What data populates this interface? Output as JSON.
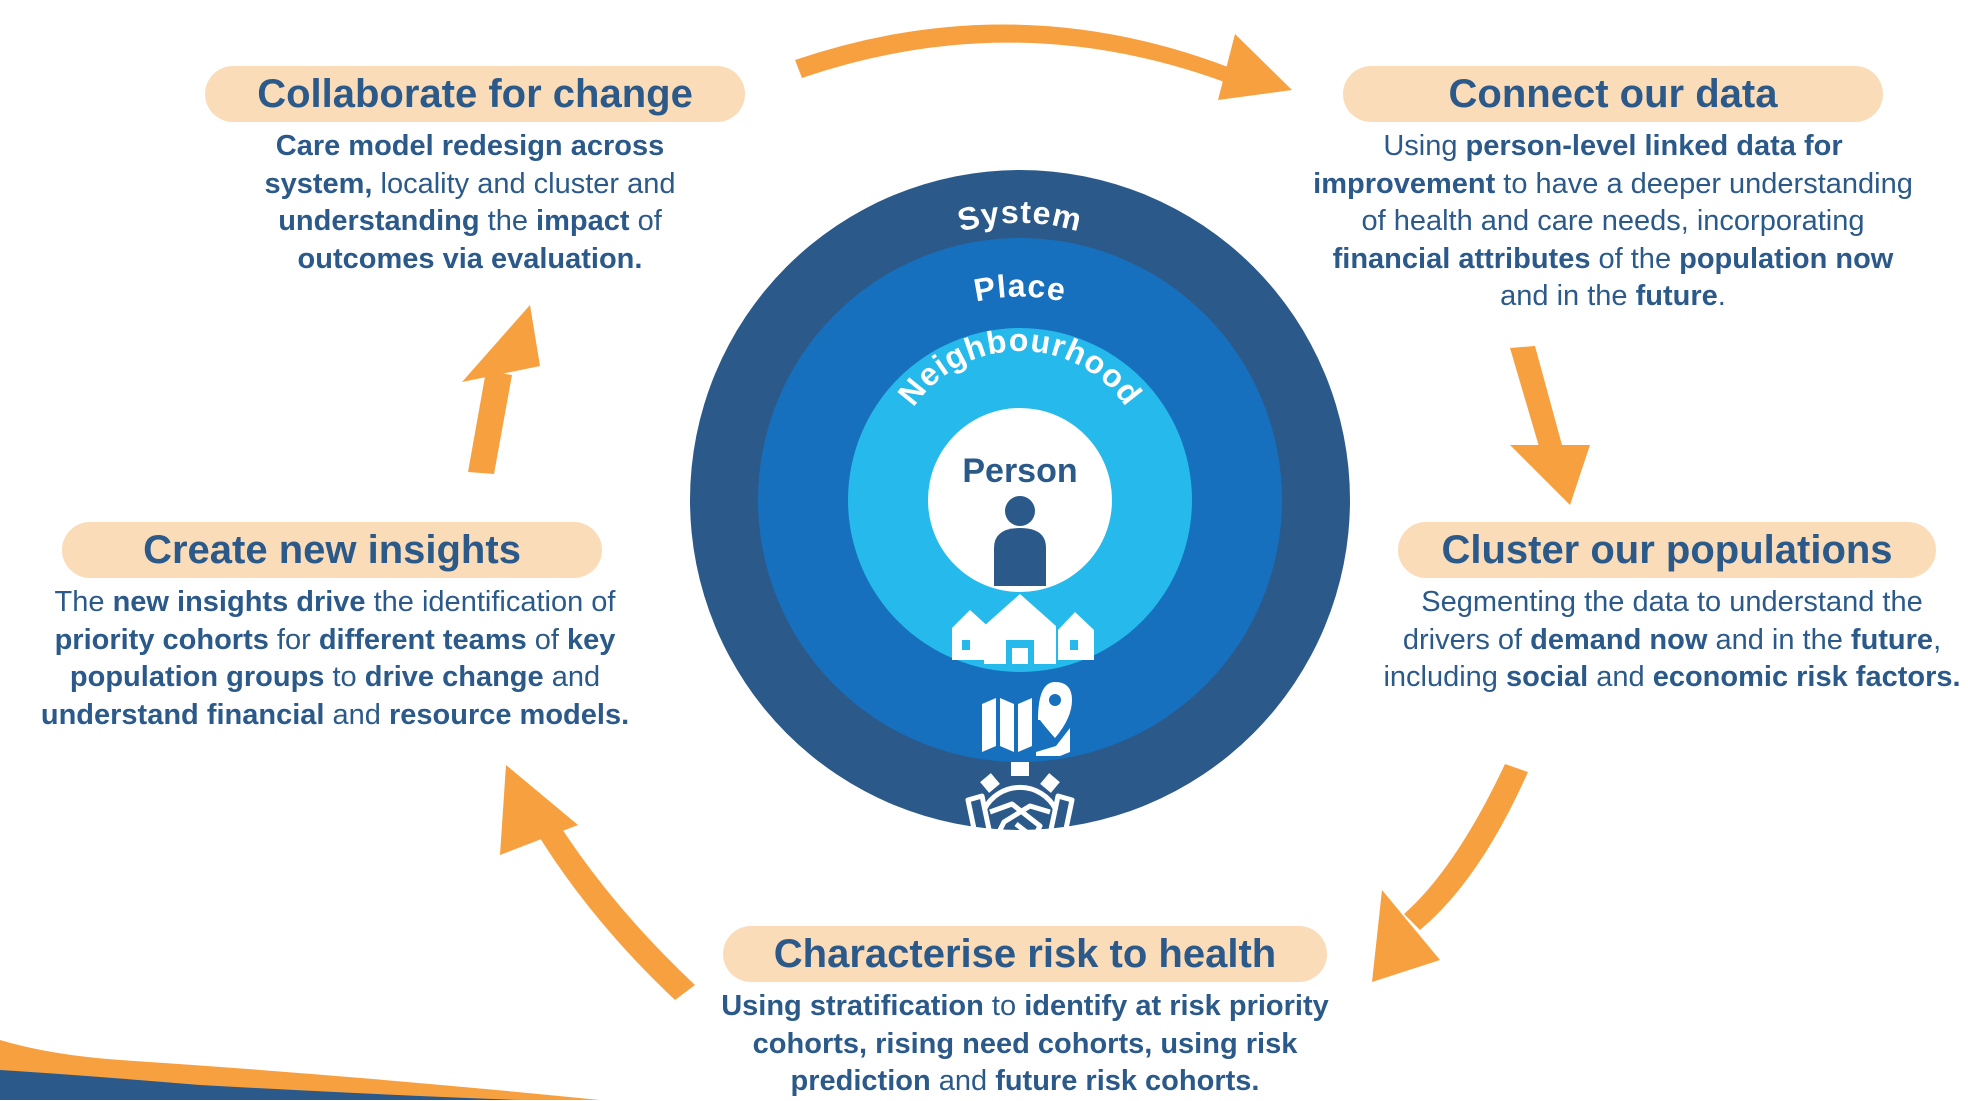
{
  "colors": {
    "orange_arrow": "#f7a040",
    "pill_bg": "#fbdcb8",
    "text_blue": "#2b5a8a",
    "ring_system": "#2b5a8a",
    "ring_place": "#1670bd",
    "ring_neighbourhood": "#26b9ec",
    "ring_person": "#ffffff"
  },
  "rings": {
    "system": "System",
    "place": "Place",
    "neighbourhood": "Neighbourhood",
    "person": "Person"
  },
  "icons": [
    "person-icon",
    "houses-icon",
    "map-pin-icon",
    "gear-handshake-icon"
  ],
  "steps": [
    {
      "id": "collaborate",
      "title": "Collaborate for change",
      "text": [
        {
          "t": "Care model redesign across system,",
          "b": true
        },
        {
          "t": " locality and cluster and ",
          "b": false
        },
        {
          "t": "understanding",
          "b": true
        },
        {
          "t": " the ",
          "b": false
        },
        {
          "t": "impact",
          "b": true
        },
        {
          "t": " of ",
          "b": false
        },
        {
          "t": "outcomes via evaluation.",
          "b": true
        }
      ]
    },
    {
      "id": "connect",
      "title": "Connect our data",
      "text": [
        {
          "t": "Using ",
          "b": false
        },
        {
          "t": "person-level linked data for improvement",
          "b": true
        },
        {
          "t": " to have a deeper understanding of health and care needs, incorporating ",
          "b": false
        },
        {
          "t": "financial attributes",
          "b": true
        },
        {
          "t": " of the ",
          "b": false
        },
        {
          "t": "population now",
          "b": true
        },
        {
          "t": " and in the ",
          "b": false
        },
        {
          "t": "future",
          "b": true
        },
        {
          "t": ".",
          "b": false
        }
      ]
    },
    {
      "id": "cluster",
      "title": "Cluster our populations",
      "text": [
        {
          "t": "Segmenting the data to understand the drivers of ",
          "b": false
        },
        {
          "t": "demand now",
          "b": true
        },
        {
          "t": " and in the ",
          "b": false
        },
        {
          "t": "future",
          "b": true
        },
        {
          "t": ", including ",
          "b": false
        },
        {
          "t": "social",
          "b": true
        },
        {
          "t": " and ",
          "b": false
        },
        {
          "t": "economic risk factors.",
          "b": true
        }
      ]
    },
    {
      "id": "characterise",
      "title": "Characterise risk to health",
      "text": [
        {
          "t": "Using stratification",
          "b": true
        },
        {
          "t": " to ",
          "b": false
        },
        {
          "t": "identify at risk priority cohorts, rising need cohorts, using risk prediction",
          "b": true
        },
        {
          "t": " and ",
          "b": false
        },
        {
          "t": "future risk cohorts.",
          "b": true
        }
      ]
    },
    {
      "id": "insights",
      "title": "Create new insights",
      "text": [
        {
          "t": "The ",
          "b": false
        },
        {
          "t": "new insights drive",
          "b": true
        },
        {
          "t": " the identification of ",
          "b": false
        },
        {
          "t": "priority cohorts",
          "b": true
        },
        {
          "t": " for ",
          "b": false
        },
        {
          "t": "different teams",
          "b": true
        },
        {
          "t": " of ",
          "b": false
        },
        {
          "t": "key population groups",
          "b": true
        },
        {
          "t": " to ",
          "b": false
        },
        {
          "t": "drive change",
          "b": true
        },
        {
          "t": " and ",
          "b": false
        },
        {
          "t": "understand financial",
          "b": true
        },
        {
          "t": " and ",
          "b": false
        },
        {
          "t": "resource models.",
          "b": true
        }
      ]
    }
  ]
}
